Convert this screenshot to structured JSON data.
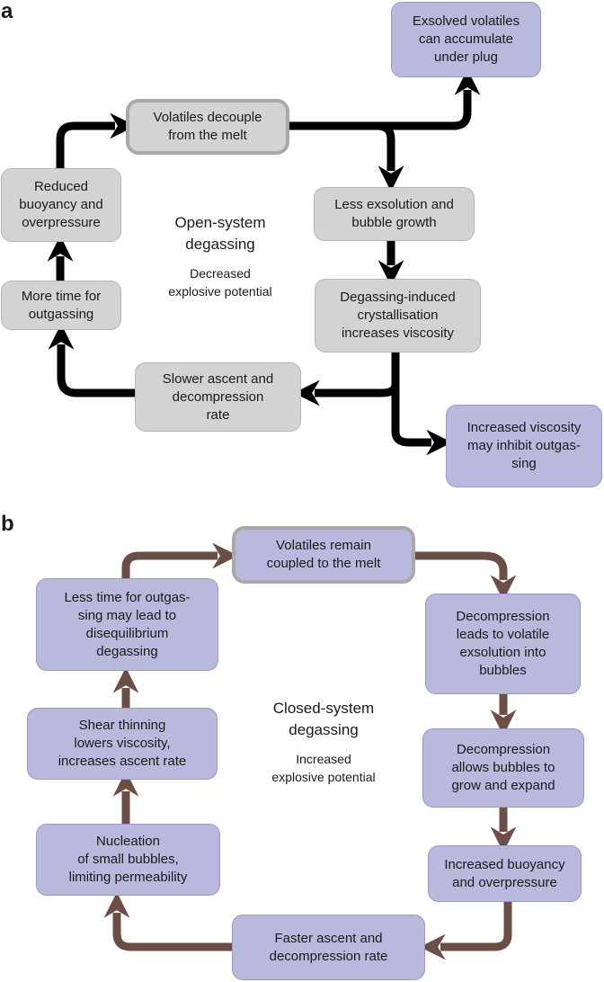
{
  "panel_a": {
    "label": "a",
    "title": "Open-system\ndegassing",
    "subtitle": "Decreased\nexplosive potential",
    "arrow_color": "#000000",
    "box_color": "#d3d3d3",
    "highlight_box_color": "#b9b9dd",
    "boxes": {
      "volatiles_decouple": "Volatiles decouple\nfrom the melt",
      "exsolved_volatiles": "Exsolved volatiles\ncan accumulate\nunder plug",
      "less_exsolution": "Less exsolution and\nbubble growth",
      "crystallisation": "Degassing-induced\ncrystallisation\nincreases viscosity",
      "increased_viscosity": "Increased viscosity\nmay inhibit outgas-\nsing",
      "slower_ascent": "Slower ascent and\ndecompression\nrate",
      "more_time": "More time for\noutgassing",
      "reduced_buoyancy": "Reduced\nbuoyancy and\noverpressure"
    }
  },
  "panel_b": {
    "label": "b",
    "title": "Closed-system\ndegassing",
    "subtitle": "Increased\nexplosive potential",
    "arrow_color": "#6b4f47",
    "box_color": "#b9b9dd",
    "boxes": {
      "volatiles_remain": "Volatiles remain\ncoupled to the melt",
      "decompression_exsolution": "Decompression\nleads to volatile\nexsolution into\nbubbles",
      "decompression_bubbles": "Decompression\nallows bubbles to\ngrow and expand",
      "increased_buoyancy": "Increased buoyancy\nand overpressure",
      "faster_ascent": "Faster ascent and\ndecompression rate",
      "nucleation": "Nucleation\nof small bubbles,\nlimiting permeability",
      "shear_thinning": "Shear thinning\nlowers viscosity,\nincreases ascent rate",
      "less_time": "Less time for outgas-\nsing may lead to\ndisequilibrium\ndegassing"
    }
  }
}
